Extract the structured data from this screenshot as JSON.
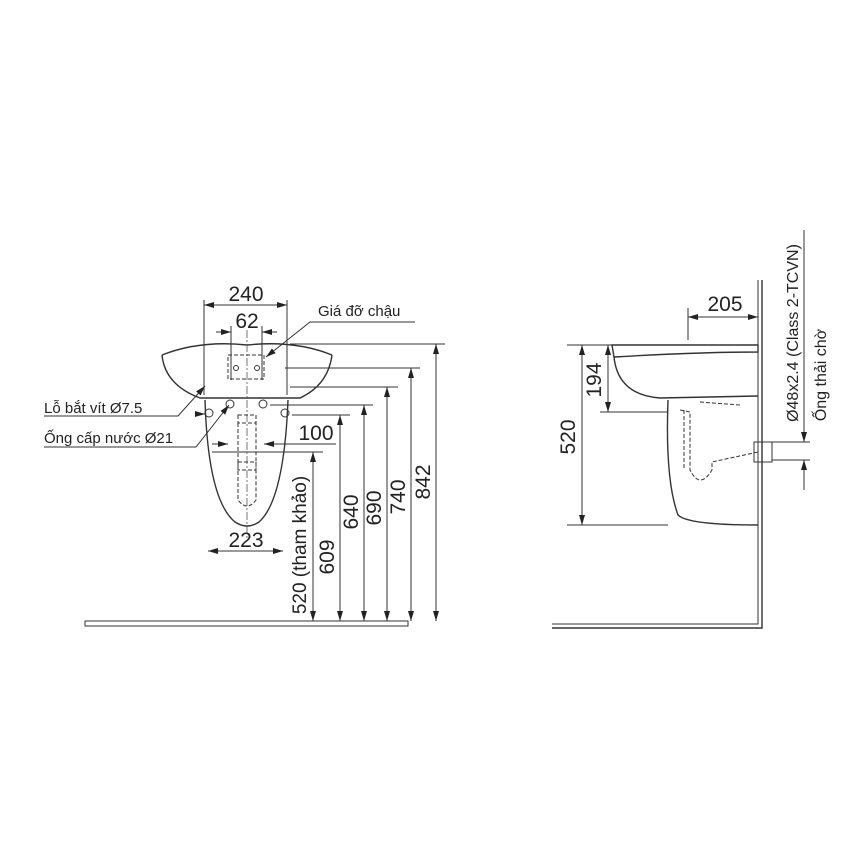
{
  "front_view": {
    "dim_width_total": "240",
    "dim_hole_spacing": "62",
    "label_bracket": "Giá đỡ chậu",
    "label_screw_hole": "Lỗ bắt vít Ø7.5",
    "label_supply_pipe": "Ống cấp nước Ø21",
    "dim_supply_spacing": "100",
    "dim_pedestal_width": "223",
    "dim_520": "520 (tham khảo)",
    "dim_609": "609",
    "dim_640": "640",
    "dim_690": "690",
    "dim_740": "740",
    "dim_842": "842"
  },
  "side_view": {
    "dim_depth": "205",
    "dim_bowl_depth": "194",
    "dim_height": "520",
    "label_pipe_spec": "Ø48x2.4 (Class 2-TCVN)",
    "label_waste_pipe": "Ống thải chờ"
  }
}
